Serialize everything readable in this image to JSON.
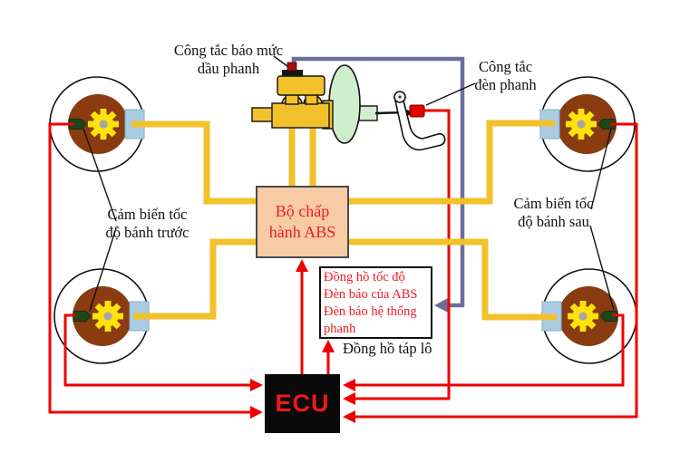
{
  "diagram": {
    "labels": {
      "fluid_level_switch": {
        "line1": "Công tắc báo mức",
        "line2": "dầu phanh"
      },
      "brake_light_switch": {
        "line1": "Công tắc",
        "line2": "đèn phanh"
      },
      "front_wheel_sensor": {
        "line1": "Cảm biến tốc",
        "line2": "độ bánh trước"
      },
      "rear_wheel_sensor": {
        "line1": "Cảm biến tốc",
        "line2": "độ bánh sau"
      },
      "dashboard_caption": "Đồng hồ táp lô"
    },
    "abs_actuator": {
      "line1": "Bộ chấp",
      "line2": "hành ABS"
    },
    "dashboard_indicators": {
      "items": [
        "Đồng hồ tốc độ",
        "Đèn báo của ABS",
        "Đèn báo hệ thống phanh"
      ]
    },
    "ecu": {
      "label": "ECU"
    },
    "colors": {
      "hydraulic_line": "#F2C12B",
      "electric_wire": "#EE0000",
      "signal_wire": "#6D6D9E",
      "abs_box_fill": "#F7CBA4",
      "diagram_text_red": "#EE1C25",
      "wheel_hub_brown": "#8A3B10",
      "caliper_blue": "#A9CCE3",
      "tone_ring_yellow": "#FFE30B",
      "booster_green": "#CFEECD",
      "sensor_green": "#1C4718"
    }
  }
}
